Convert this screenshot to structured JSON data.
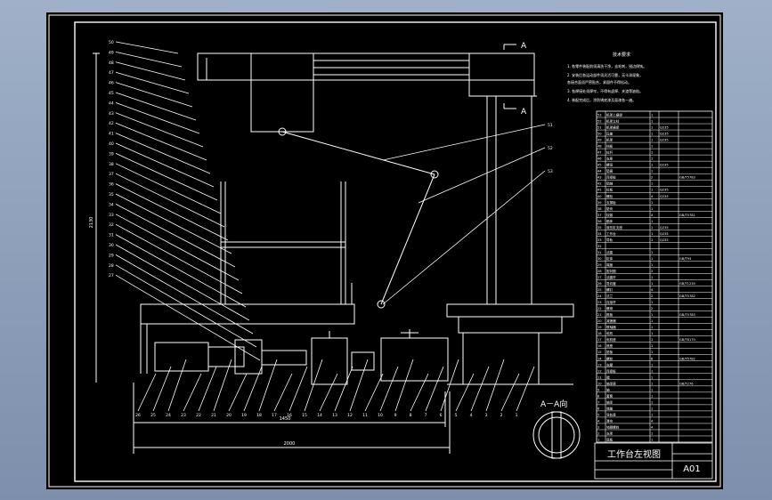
{
  "drawing": {
    "title": "工作台左视图",
    "sheet_code": "A01",
    "section_mark": "A",
    "section_view_label": "A－A向",
    "dimensions": {
      "width_a": "1450",
      "width_b": "2000",
      "height": "2130"
    }
  },
  "tech_requirements": {
    "heading": "技术要求",
    "items": [
      "1. 各零件装配前须清洗干净，去毛刺，锐边倒钝。",
      "2. 安装后各运动部件须灵活可靠，无卡滞现象，",
      "   各接合面须严密贴合，紧固件不得松动。",
      "3. 各焊接处须焊牢，不得有虚焊、夹渣等缺陷。",
      "4. 装配完成后，涂防锈底漆及面漆各一遍。"
    ]
  },
  "callouts_left": [
    "50",
    "49",
    "48",
    "47",
    "46",
    "45",
    "44",
    "43",
    "42",
    "41",
    "40",
    "39",
    "38",
    "37",
    "36",
    "35",
    "34",
    "33",
    "32",
    "31",
    "30",
    "29",
    "28",
    "27"
  ],
  "callouts_right": [
    "51",
    "52",
    "53"
  ],
  "callouts_bottom": [
    "26",
    "25",
    "24",
    "23",
    "22",
    "21",
    "20",
    "19",
    "18",
    "17",
    "16",
    "15",
    "14",
    "13",
    "12",
    "11",
    "10",
    "9",
    "8",
    "7",
    "6",
    "5",
    "4",
    "3",
    "2",
    "1"
  ],
  "bom_rows": [
    {
      "no": "53",
      "name": "机架上横梁",
      "qty": "1",
      "mat": "",
      "std": ""
    },
    {
      "no": "52",
      "name": "机架立柱",
      "qty": "1",
      "mat": "",
      "std": ""
    },
    {
      "no": "51",
      "name": "机架横梁",
      "qty": "1",
      "mat": "Q235",
      "std": ""
    },
    {
      "no": "50",
      "name": "压盖",
      "qty": "1",
      "mat": "Q235",
      "std": ""
    },
    {
      "no": "49",
      "name": "机架",
      "qty": "1",
      "mat": "Q235",
      "std": ""
    },
    {
      "no": "48",
      "name": "挡板",
      "qty": "1",
      "mat": "",
      "std": ""
    },
    {
      "no": "47",
      "name": "拉杆",
      "qty": "1",
      "mat": "",
      "std": ""
    },
    {
      "no": "46",
      "name": "支座",
      "qty": "1",
      "mat": "",
      "std": ""
    },
    {
      "no": "45",
      "name": "螺母",
      "qty": "1",
      "mat": "Q235",
      "std": ""
    },
    {
      "no": "44",
      "name": "垫圈",
      "qty": "1",
      "mat": "",
      "std": ""
    },
    {
      "no": "43",
      "name": "连接板",
      "qty": "2",
      "mat": "",
      "std": "GB/T5783"
    },
    {
      "no": "42",
      "name": "销轴",
      "qty": "1",
      "mat": "",
      "std": ""
    },
    {
      "no": "41",
      "name": "拉板",
      "qty": "1",
      "mat": "Q235",
      "std": ""
    },
    {
      "no": "40",
      "name": "螺栓",
      "qty": "4",
      "mat": "Q235",
      "std": ""
    },
    {
      "no": "39",
      "name": "支撑板",
      "qty": "1",
      "mat": "",
      "std": ""
    },
    {
      "no": "38",
      "name": "垫块",
      "qty": "1",
      "mat": "",
      "std": ""
    },
    {
      "no": "37",
      "name": "铰链",
      "qty": "4",
      "mat": "",
      "std": "GB/T5781"
    },
    {
      "no": "36",
      "name": "箱体",
      "qty": "1",
      "mat": "",
      "std": ""
    },
    {
      "no": "35",
      "name": "液压缸支座",
      "qty": "1",
      "mat": "Q235",
      "std": ""
    },
    {
      "no": "34",
      "name": "工作台",
      "qty": "1",
      "mat": "Q235",
      "std": ""
    },
    {
      "no": "33",
      "name": "导轨",
      "qty": "1",
      "mat": "Q235",
      "std": ""
    },
    {
      "no": "32",
      "name": "",
      "qty": "",
      "mat": "",
      "std": ""
    },
    {
      "no": "31",
      "name": "活塞",
      "qty": "1",
      "mat": "",
      "std": ""
    },
    {
      "no": "30",
      "name": "缸体",
      "qty": "1",
      "mat": "",
      "std": "GB/T93"
    },
    {
      "no": "29",
      "name": "端盖",
      "qty": "1",
      "mat": "",
      "std": ""
    },
    {
      "no": "28",
      "name": "密封圈",
      "qty": "2",
      "mat": "",
      "std": ""
    },
    {
      "no": "27",
      "name": "活塞杆",
      "qty": "1",
      "mat": "",
      "std": ""
    },
    {
      "no": "26",
      "name": "导向套",
      "qty": "1",
      "mat": "",
      "std": "GB/T1235"
    },
    {
      "no": "25",
      "name": "螺钉",
      "qty": "4",
      "mat": "",
      "std": ""
    },
    {
      "no": "24",
      "name": "法兰",
      "qty": "2",
      "mat": "",
      "std": "GB/T5782"
    },
    {
      "no": "23",
      "name": "连接杆",
      "qty": "1",
      "mat": "",
      "std": ""
    },
    {
      "no": "22",
      "name": "螺母",
      "qty": "2",
      "mat": "",
      "std": ""
    },
    {
      "no": "21",
      "name": "推板",
      "qty": "1",
      "mat": "",
      "std": "GB/T5783"
    },
    {
      "no": "20",
      "name": "减速器",
      "qty": "1",
      "mat": "",
      "std": ""
    },
    {
      "no": "19",
      "name": "联轴器",
      "qty": "1",
      "mat": "",
      "std": ""
    },
    {
      "no": "18",
      "name": "电机",
      "qty": "1",
      "mat": "",
      "std": ""
    },
    {
      "no": "17",
      "name": "电机座",
      "qty": "1",
      "mat": "",
      "std": "GB/T6170"
    },
    {
      "no": "16",
      "name": "底座",
      "qty": "1",
      "mat": "",
      "std": ""
    },
    {
      "no": "15",
      "name": "垫板",
      "qty": "1",
      "mat": "",
      "std": ""
    },
    {
      "no": "14",
      "name": "螺栓",
      "qty": "8",
      "mat": "",
      "std": "GB/T5782"
    },
    {
      "no": "13",
      "name": "支腿",
      "qty": "1",
      "mat": "",
      "std": ""
    },
    {
      "no": "12",
      "name": "连接板",
      "qty": "1",
      "mat": "",
      "std": ""
    },
    {
      "no": "11",
      "name": "键",
      "qty": "1",
      "mat": "",
      "std": ""
    },
    {
      "no": "10",
      "name": "轴承座",
      "qty": "1",
      "mat": "",
      "std": "GB/T276"
    },
    {
      "no": "9",
      "name": "轴",
      "qty": "1",
      "mat": "",
      "std": ""
    },
    {
      "no": "8",
      "name": "套筒",
      "qty": "1",
      "mat": "",
      "std": ""
    },
    {
      "no": "7",
      "name": "轴承",
      "qty": "1",
      "mat": "",
      "std": ""
    },
    {
      "no": "6",
      "name": "端盖",
      "qty": "1",
      "mat": "",
      "std": ""
    },
    {
      "no": "5",
      "name": "导轨座",
      "qty": "1",
      "mat": "",
      "std": ""
    },
    {
      "no": "4",
      "name": "滑块",
      "qty": "4",
      "mat": "",
      "std": ""
    },
    {
      "no": "3",
      "name": "地脚螺栓",
      "qty": "4",
      "mat": "",
      "std": ""
    },
    {
      "no": "2",
      "name": "支架",
      "qty": "1",
      "mat": "",
      "std": ""
    },
    {
      "no": "1",
      "name": "底板",
      "qty": "1",
      "mat": "",
      "std": ""
    }
  ],
  "colors": {
    "background": "#000000",
    "line": "#ffffff",
    "frame": "#ffffff",
    "desktop": "#8b9cb8"
  }
}
